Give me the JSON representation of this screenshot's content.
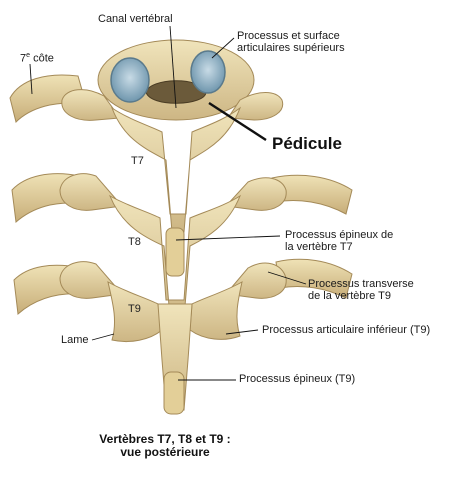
{
  "labels": {
    "canal": "Canal vertébral",
    "proc_sup_1": "Processus et surface",
    "proc_sup_2": "articulaires supérieurs",
    "cote_num": "7",
    "cote_sup": "e",
    "cote_word": " côte",
    "pedicule": "Pédicule",
    "epineux_1": "Processus épineux de",
    "epineux_2": "la vertèbre T7",
    "transverse_1": "Processus transverse",
    "transverse_2": "de la vertèbre T9",
    "lame": "Lame",
    "art_inf": "Processus articulaire inférieur (T9)",
    "epineux_t9": "Processus épineux (T9)"
  },
  "vertebra_labels": {
    "t7": "T7",
    "t8": "T8",
    "t9": "T9"
  },
  "caption": {
    "line1": "Vertèbres T7, T8 et T9 :",
    "line2": "vue postérieure"
  },
  "colors": {
    "bone": "#e8d9a8",
    "bone_dark": "#c9b27a",
    "bone_shadow": "#a8905a",
    "articular": "#8fb4c8",
    "canal": "#6b5a3a",
    "leader": "#111111"
  }
}
